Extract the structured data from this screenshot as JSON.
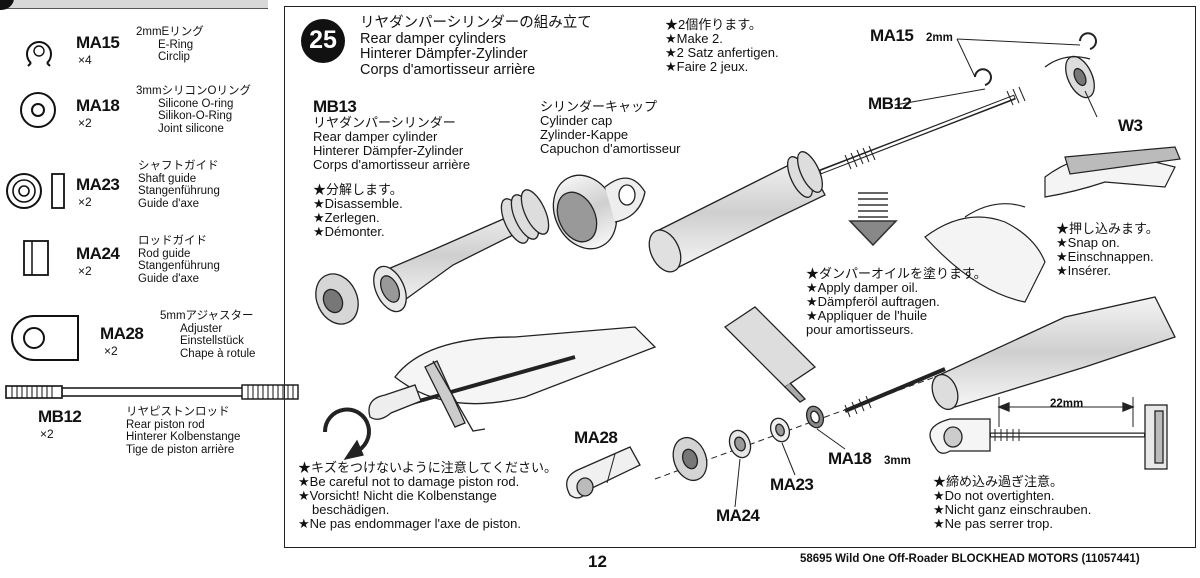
{
  "parts": [
    {
      "code": "MA15",
      "qty": "×4",
      "lines": [
        "2mmEリング",
        "E-Ring",
        "Circlip"
      ]
    },
    {
      "code": "MA18",
      "qty": "×2",
      "lines": [
        "3mmシリコンOリング",
        "Silicone O-ring",
        "Silikon-O-Ring",
        "Joint silicone"
      ]
    },
    {
      "code": "MA23",
      "qty": "×2",
      "lines": [
        "シャフトガイド",
        "Shaft guide",
        "Stangenführung",
        "Guide d'axe"
      ]
    },
    {
      "code": "MA24",
      "qty": "×2",
      "lines": [
        "ロッドガイド",
        "Rod guide",
        "Stangenführung",
        "Guide d'axe"
      ]
    },
    {
      "code": "MA28",
      "qty": "×2",
      "lines": [
        "5mmアジャスター",
        "Adjuster",
        "Einstellstück",
        "Chape à rotule"
      ]
    },
    {
      "code": "MB12",
      "qty": "×2",
      "lines": [
        "リヤピストンロッド",
        "Rear piston rod",
        "Hinterer Kolbenstange",
        "Tige de piston arrière"
      ]
    }
  ],
  "step": {
    "number": "25",
    "title": [
      "リヤダンパーシリンダーの組み立て",
      "Rear damper cylinders",
      "Hinterer Dämpfer-Zylinder",
      "Corps d'amortisseur arrière"
    ],
    "make": [
      "★2個作ります。",
      "★Make 2.",
      "★2 Satz anfertigen.",
      "★Faire 2 jeux."
    ]
  },
  "callouts": {
    "mb13": {
      "code": "MB13",
      "lines": [
        "リヤダンパーシリンダー",
        "Rear damper cylinder",
        "Hinterer Dämpfer-Zylinder",
        "Corps d'amortisseur arrière"
      ]
    },
    "disassemble": [
      "★分解します。",
      "★Disassemble.",
      "★Zerlegen.",
      "★Démonter."
    ],
    "cap": [
      "シリンダーキャップ",
      "Cylinder cap",
      "Zylinder-Kappe",
      "Capuchon d'amortisseur"
    ],
    "ma15_label": "MA15",
    "ma15_size": "2mm",
    "mb12_label": "MB12",
    "w3_label": "W3",
    "snap": [
      "★押し込みます。",
      "★Snap on.",
      "★Einschnappen.",
      "★Insérer."
    ],
    "oil": [
      "★ダンパーオイルを塗ります。",
      "★Apply damper oil.",
      "★Dämpferöl auftragen.",
      "★Appliquer de l'huile",
      "pour amortisseurs."
    ],
    "careful": [
      "★キズをつけないように注意してください。",
      "★Be careful not to damage piston rod.",
      "★Vorsicht! Nicht die Kolbenstange",
      "beschädigen.",
      "★Ne pas endommager l'axe de piston."
    ],
    "tight": [
      "★締め込み過ぎ注意。",
      "★Do not overtighten.",
      "★Nicht ganz einschrauben.",
      "★Ne pas serrer trop."
    ],
    "ma28": "MA28",
    "ma24": "MA24",
    "ma23": "MA23",
    "ma18": "MA18",
    "ma18_size": "3mm",
    "dim": "22mm"
  },
  "footer": {
    "page": "12",
    "model": "58695  Wild One Off-Roader BLOCKHEAD MOTORS (11057441)"
  }
}
